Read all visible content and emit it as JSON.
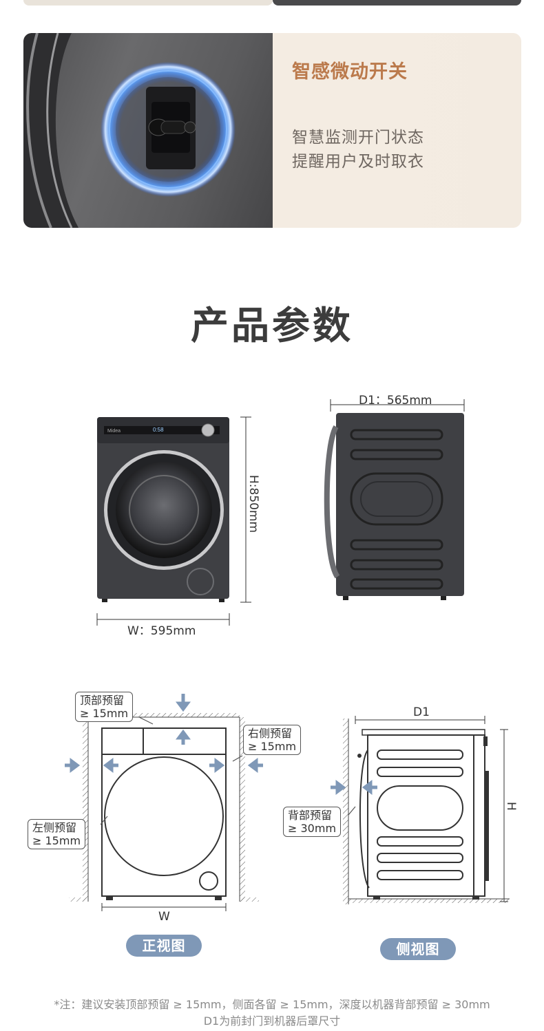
{
  "feature": {
    "title": "智感微动开关",
    "line1": "智慧监测开门状态",
    "line2": "提醒用户及时取衣"
  },
  "section_title": "产品参数",
  "front_view": {
    "brand": "Midea",
    "display": "0:58",
    "width_label": "W：595mm",
    "height_label": "H:850mm"
  },
  "side_view": {
    "depth_label": "D1：565mm"
  },
  "install_front": {
    "top_callout": [
      "顶部预留",
      "≥ 15mm"
    ],
    "right_callout": [
      "右侧预留",
      "≥ 15mm"
    ],
    "left_callout": [
      "左侧预留",
      "≥ 15mm"
    ],
    "w_label": "W",
    "pill": "正视图"
  },
  "install_side": {
    "d1_label": "D1",
    "h_label": "H",
    "back_callout": [
      "背部预留",
      "≥ 30mm"
    ],
    "pill": "侧视图"
  },
  "note": {
    "line1": "*注：建议安装顶部预留 ≥ 15mm，侧面各留 ≥ 15mm，深度以机器背部预留 ≥ 30mm",
    "line2": "D1为前封门到机器后罩尺寸"
  },
  "colors": {
    "feature_title": "#bb7a4c",
    "pill": "#7f98b7",
    "arrow": "#7f98b7",
    "machine": "#3f4044"
  }
}
